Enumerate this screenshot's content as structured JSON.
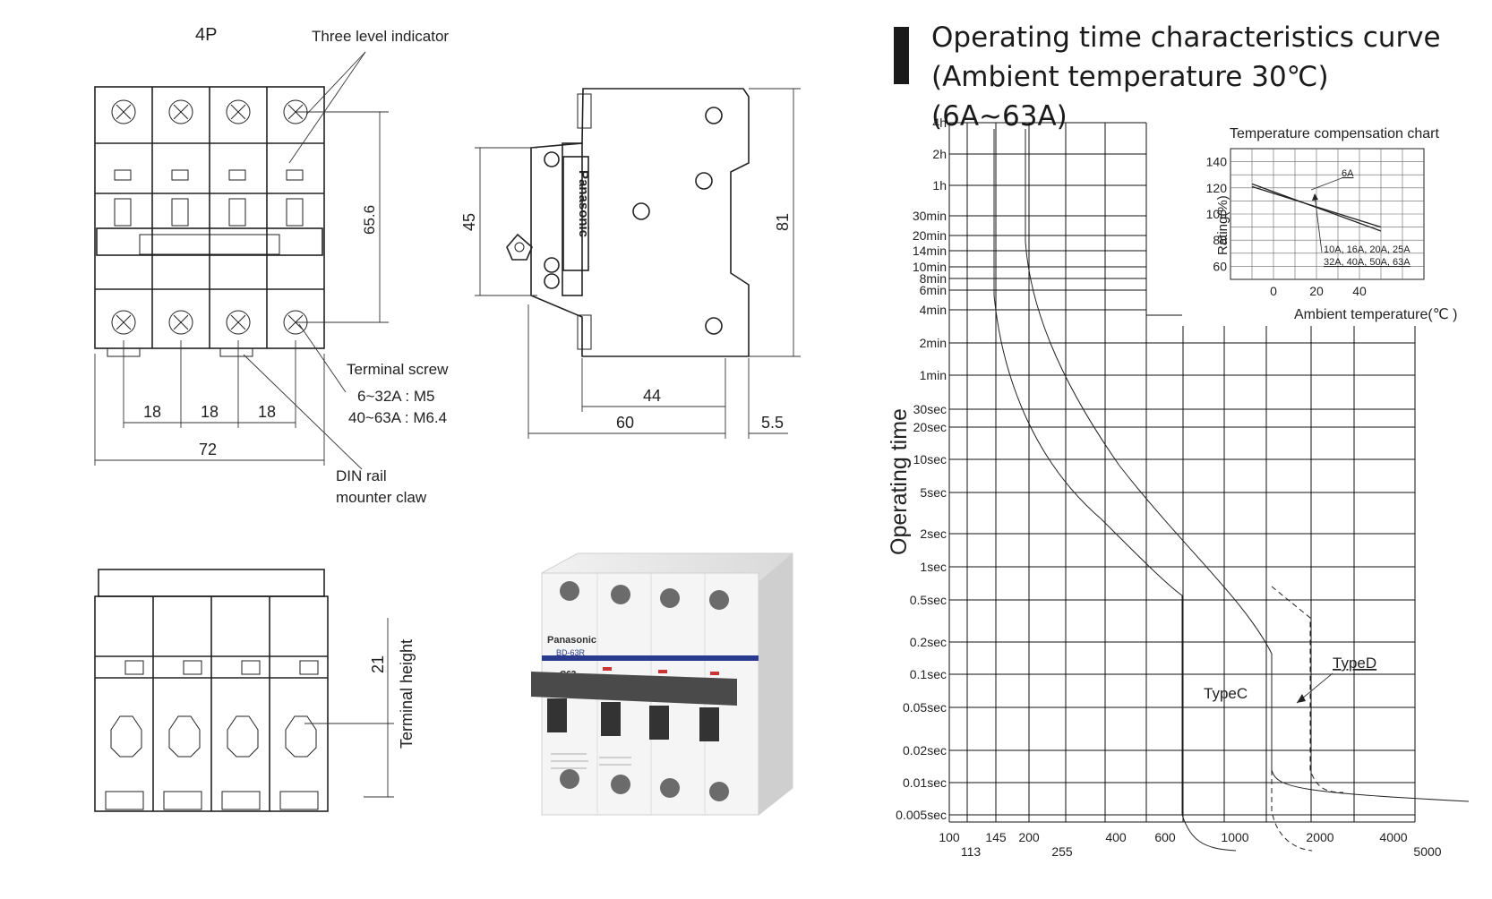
{
  "drawing": {
    "pole_label": "4P",
    "callouts": {
      "three_level_indicator": "Three level indicator",
      "terminal_screw": "Terminal screw",
      "screw_spec_small": "6~32A : M5",
      "screw_spec_large": "40~63A : M6.4",
      "din_rail_line1": "DIN rail",
      "din_rail_line2": "mounter claw",
      "terminal_height": "Terminal height",
      "brand_side": "Panasonic"
    },
    "dimensions": {
      "height_front": "65.6",
      "pitch_1": "18",
      "pitch_2": "18",
      "pitch_3": "18",
      "total_width": "72",
      "side_45": "45",
      "side_81": "81",
      "side_44": "44",
      "side_60": "60",
      "side_5_5": "5.5",
      "terminal_21": "21"
    }
  },
  "photo": {
    "brand": "Panasonic",
    "model": "BD-63R",
    "rating": "C63"
  },
  "curve_chart": {
    "title_line1": "Operating time characteristics curve",
    "title_line2": "(Ambient temperature 30℃) (6A~63A)",
    "y_axis_label": "Operating time",
    "y_ticks": [
      "4h",
      "2h",
      "1h",
      "30min",
      "20min",
      "14min",
      "10min",
      "8min",
      "6min",
      "4min",
      "2min",
      "1min",
      "30sec",
      "20sec",
      "10sec",
      "5sec",
      "2sec",
      "1sec",
      "0.5sec",
      "0.2sec",
      "0.1sec",
      "0.05sec",
      "0.02sec",
      "0.01sec",
      "0.005sec"
    ],
    "x_ticks_upper": [
      "100",
      "145",
      "200",
      "400",
      "600",
      "1000",
      "2000",
      "4000"
    ],
    "x_ticks_lower": [
      "113",
      "255",
      "5000"
    ],
    "curve_labels": {
      "type_c": "TypeC",
      "type_d": "TypeD"
    }
  },
  "chart_data": {
    "type": "line",
    "title": "Temperature compensation chart",
    "xlabel": "Ambient temperature(℃ )",
    "ylabel": "Rating(%)",
    "x_ticks": [
      "0",
      "20",
      "40"
    ],
    "y_ticks": [
      "60",
      "80",
      "100",
      "120",
      "140"
    ],
    "xlim": [
      -20,
      70
    ],
    "ylim": [
      50,
      150
    ],
    "series_labels": {
      "six": "6A",
      "rest_line1": "10A, 16A, 20A, 25A",
      "rest_line2": "32A, 40A, 50A, 63A"
    },
    "series": [
      {
        "x": [
          -10,
          50
        ],
        "y": [
          123,
          87
        ]
      },
      {
        "x": [
          -10,
          50
        ],
        "y": [
          121,
          90
        ]
      }
    ]
  }
}
